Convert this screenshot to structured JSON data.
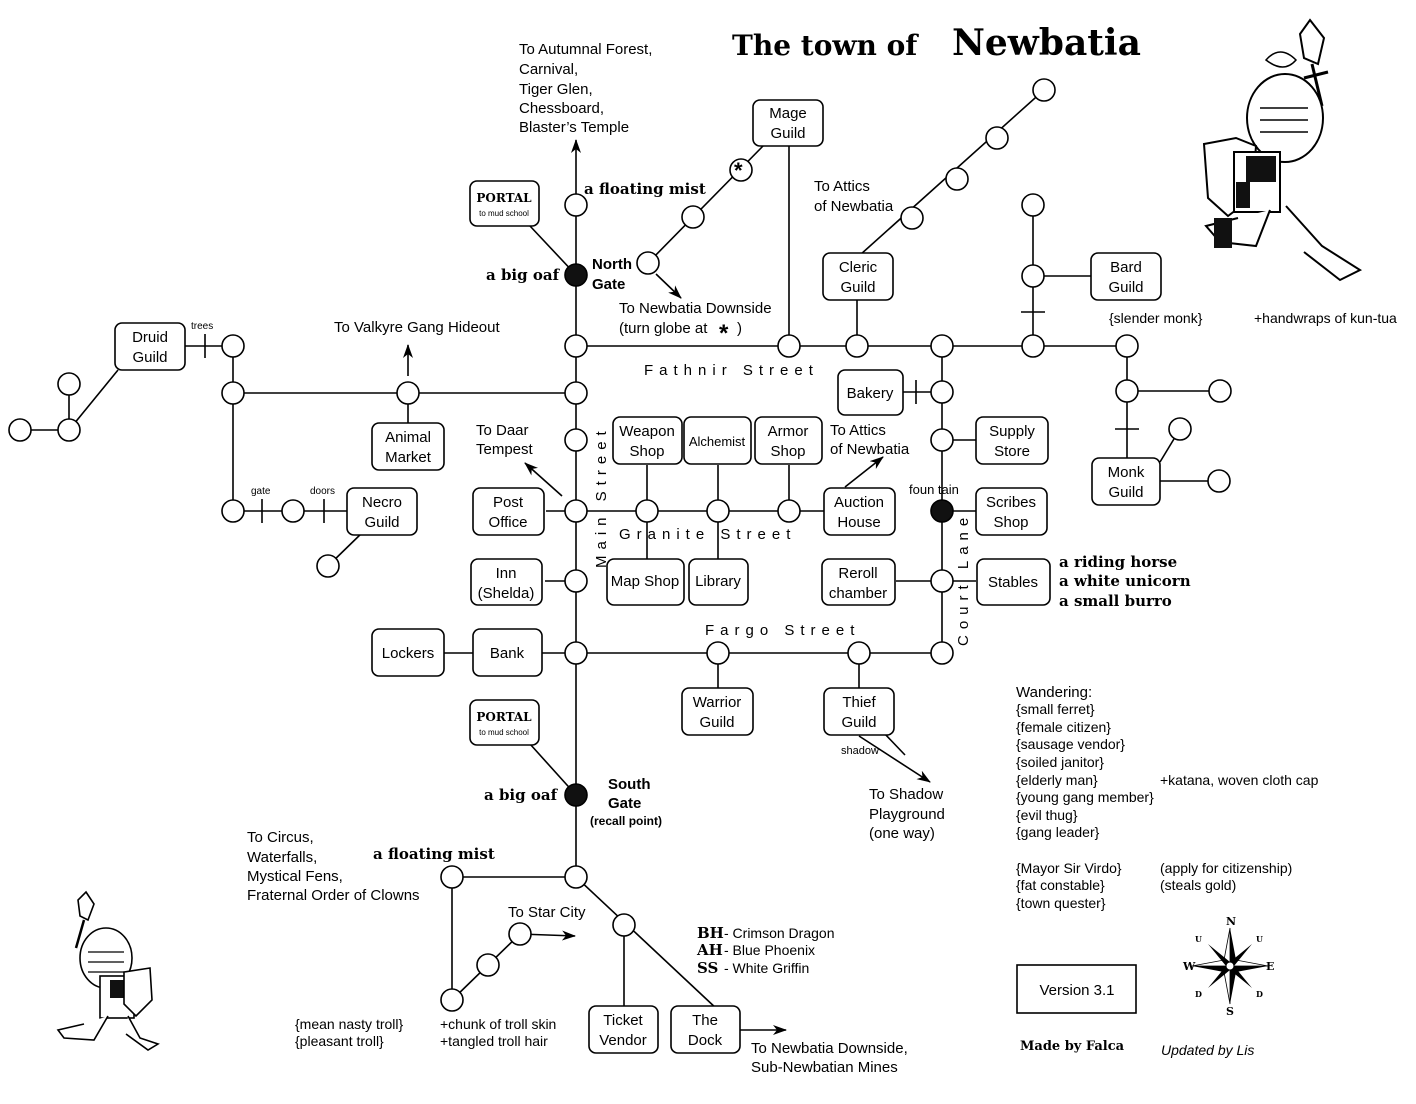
{
  "title": {
    "prefix": "The town of",
    "name": "Newbatia"
  },
  "buildings": {
    "mage_guild": [
      "Mage",
      "Guild"
    ],
    "portal_north": [
      "PORTAL",
      "to mud school"
    ],
    "portal_south": [
      "PORTAL",
      "to mud school"
    ],
    "druid_guild": [
      "Druid",
      "Guild"
    ],
    "cleric_guild": [
      "Cleric",
      "Guild"
    ],
    "bard_guild": [
      "Bard",
      "Guild"
    ],
    "animal_market": [
      "Animal",
      "Market"
    ],
    "bakery": "Bakery",
    "weapon_shop": [
      "Weapon",
      "Shop"
    ],
    "alchemist": "Alchemist",
    "armor_shop": [
      "Armor",
      "Shop"
    ],
    "supply_store": [
      "Supply",
      "Store"
    ],
    "monk_guild": [
      "Monk",
      "Guild"
    ],
    "necro_guild": [
      "Necro",
      "Guild"
    ],
    "post_office": [
      "Post",
      "Office"
    ],
    "auction_house": [
      "Auction",
      "House"
    ],
    "scribes_shop": [
      "Scribes",
      "Shop"
    ],
    "map_shop": "Map Shop",
    "library": "Library",
    "inn": [
      "Inn",
      "(Shelda)"
    ],
    "reroll_chamber": [
      "Reroll",
      "chamber"
    ],
    "stables": "Stables",
    "lockers": "Lockers",
    "bank": "Bank",
    "warrior_guild": [
      "Warrior",
      "Guild"
    ],
    "thief_guild": [
      "Thief",
      "Guild"
    ],
    "ticket_vendor": [
      "Ticket",
      "Vendor"
    ],
    "the_dock": [
      "The",
      "Dock"
    ]
  },
  "streets": {
    "fathnir": "Fathnir Street",
    "main": "Main Street",
    "granite": "Granite Street",
    "fargo": "Fargo Street",
    "court": "Court Lane"
  },
  "exits": {
    "north_list": [
      "To Autumnal Forest,",
      "Carnival,",
      "Tiger Glen,",
      "Chessboard,",
      "Blaster’s Temple"
    ],
    "attics_1": [
      "To Attics",
      "of Newbatia"
    ],
    "attics_2": [
      "To Attics",
      "of Newbatia"
    ],
    "downside_globe": [
      "To Newbatia Downside",
      "(turn globe at"
    ],
    "valkyre": "To Valkyre Gang Hideout",
    "daar": [
      "To Daar",
      "Tempest"
    ],
    "shadow": [
      "To Shadow",
      "Playground",
      "(one way)"
    ],
    "circus": [
      "To Circus,",
      "Waterfalls,",
      "Mystical Fens,",
      "Fraternal Order of Clowns"
    ],
    "star_city": "To Star City",
    "downside_dock": [
      "To Newbatia Downside,",
      "Sub-Newbatian Mines"
    ]
  },
  "labels": {
    "north_gate": [
      "North",
      "Gate"
    ],
    "south_gate": [
      "South",
      "Gate"
    ],
    "recall": "(recall point)",
    "big_oaf_north": "a big oaf",
    "big_oaf_south": "a big oaf",
    "floating_mist_north": "a floating mist",
    "floating_mist_south": "a floating mist",
    "trees": "trees",
    "gate": "gate",
    "doors": "doors",
    "shadow": "shadow",
    "fountain": "foun  tain",
    "slender_monk": "{slender monk}",
    "kuntua": "+handwraps of kun-tua",
    "stable_mobs": [
      "a riding horse",
      "a white unicorn",
      "a small burro"
    ],
    "troll_mobs": [
      "{mean nasty troll}",
      "{pleasant troll}"
    ],
    "troll_items": [
      "+chunk of troll skin",
      "+tangled troll hair"
    ]
  },
  "ships": [
    {
      "code": "BH",
      "name": "- Crimson Dragon"
    },
    {
      "code": "AH",
      "name": "- Blue Phoenix"
    },
    {
      "code": "SS",
      "name": "- White Griffin"
    }
  ],
  "wandering": {
    "heading": "Wandering:",
    "mobs": [
      "{small ferret}",
      "{female citizen}",
      "{sausage vendor}",
      "{soiled janitor}",
      "{elderly man}",
      "{young gang member}",
      "{evil thug}",
      "{gang leader}"
    ],
    "elderly_items": "+katana, woven cloth cap",
    "special": [
      "{Mayor Sir Virdo}",
      "{fat constable}",
      "{town quester}"
    ],
    "special_notes": [
      "(apply for citizenship)",
      "(steals gold)"
    ]
  },
  "version": "Version 3.1",
  "made_by": "Made by Falca",
  "updated_by": "Updated by Lis",
  "compass": {
    "n": "N",
    "s": "S",
    "e": "E",
    "w": "W",
    "nw": "U",
    "ne": "U",
    "sw": "D",
    "se": "D"
  }
}
